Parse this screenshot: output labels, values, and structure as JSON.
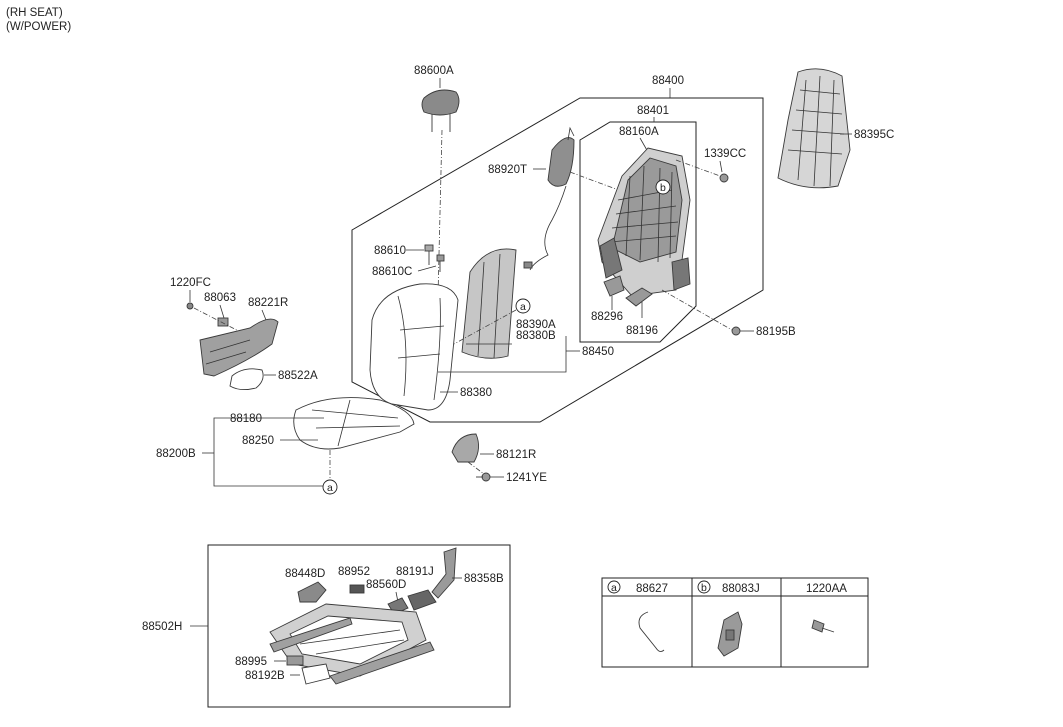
{
  "header": {
    "line1": "(RH SEAT)",
    "line2": "(W/POWER)"
  },
  "labels": {
    "p88600A": "88600A",
    "p88400": "88400",
    "p88401": "88401",
    "p88160A": "88160A",
    "p1339CC": "1339CC",
    "p88395C": "88395C",
    "p88920T": "88920T",
    "p88610": "88610",
    "p88610C": "88610C",
    "p1220FC": "1220FC",
    "p88063": "88063",
    "p88221R": "88221R",
    "p88522A": "88522A",
    "p88390A": "88390A",
    "p88380B": "88380B",
    "p88450": "88450",
    "p88380": "88380",
    "p88296": "88296",
    "p88196": "88196",
    "p88195B": "88195B",
    "p88180": "88180",
    "p88250": "88250",
    "p88200B": "88200B",
    "p88121R": "88121R",
    "p1241YE": "1241YE",
    "p88502H": "88502H",
    "p88448D": "88448D",
    "p88952": "88952",
    "p88191J": "88191J",
    "p88560D": "88560D",
    "p88358B": "88358B",
    "p88995": "88995",
    "p88192B": "88192B"
  },
  "callouts": {
    "a": "a",
    "b": "b"
  },
  "legend_table": {
    "columns": [
      {
        "letter": "a",
        "part": "88627"
      },
      {
        "letter": "b",
        "part": "88083J"
      },
      {
        "letter": "",
        "part": "1220AA"
      }
    ]
  }
}
